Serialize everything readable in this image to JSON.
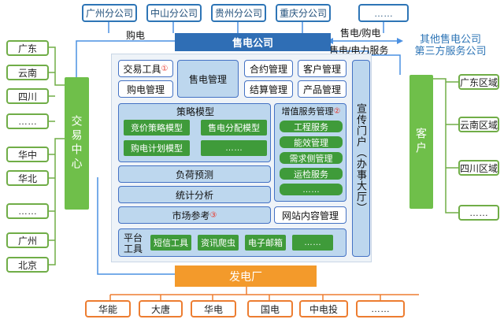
{
  "branches": [
    "广州分公司",
    "中山分公司",
    "贵州分公司",
    "重庆分公司",
    "……"
  ],
  "left_regions": [
    "广东",
    "云南",
    "四川",
    "……",
    "华中",
    "华北",
    "……",
    "广州",
    "北京"
  ],
  "trade_center": "交易中心",
  "company": "售电公司",
  "buy_label": "购电",
  "sell_buy_label": "售电/购电",
  "sell_service_label": "售电/电力服务",
  "other_company": "其他售电公司\n第三方服务公司",
  "customer": "客户",
  "right_regions": [
    "广东区域",
    "云南区域",
    "四川区域",
    "……"
  ],
  "power_plant": "发电厂",
  "plants": [
    "华能",
    "大唐",
    "华电",
    "国电",
    "中电投",
    "……"
  ],
  "modules": {
    "trade_tool": "交易工具",
    "trade_tool_num": "①",
    "purchase_mgmt": "购电管理",
    "sales_mgmt": "售电管理",
    "contract_mgmt": "合约管理",
    "customer_mgmt": "客户管理",
    "settlement_mgmt": "结算管理",
    "product_mgmt": "产品管理",
    "strategy_title": "策略模型",
    "strategy_items": [
      "竞价策略模型",
      "售电分配模型",
      "购电计划模型",
      "……"
    ],
    "vas_title": "增值服务管理",
    "vas_num": "②",
    "vas_items": [
      "工程服务",
      "能效管理",
      "需求侧管理",
      "运检服务",
      "……"
    ],
    "portal": "宣传门户（办事大厅）",
    "load_forecast": "负荷预测",
    "stat_analysis": "统计分析",
    "market_ref": "市场参考",
    "market_num": "③",
    "web_content": "网站内容管理",
    "platform_tools": "平台\n工具",
    "tools": [
      "短信工具",
      "资讯爬虫",
      "电子邮箱",
      "……"
    ]
  },
  "colors": {
    "blue": "#2e75b6",
    "company_fill": "#2f6eb5",
    "light_blue": "#bdd7ee",
    "green": "#70ad47",
    "dark_green": "#3f9b3a",
    "orange": "#ed7d31",
    "red_number": "#e8382b"
  }
}
